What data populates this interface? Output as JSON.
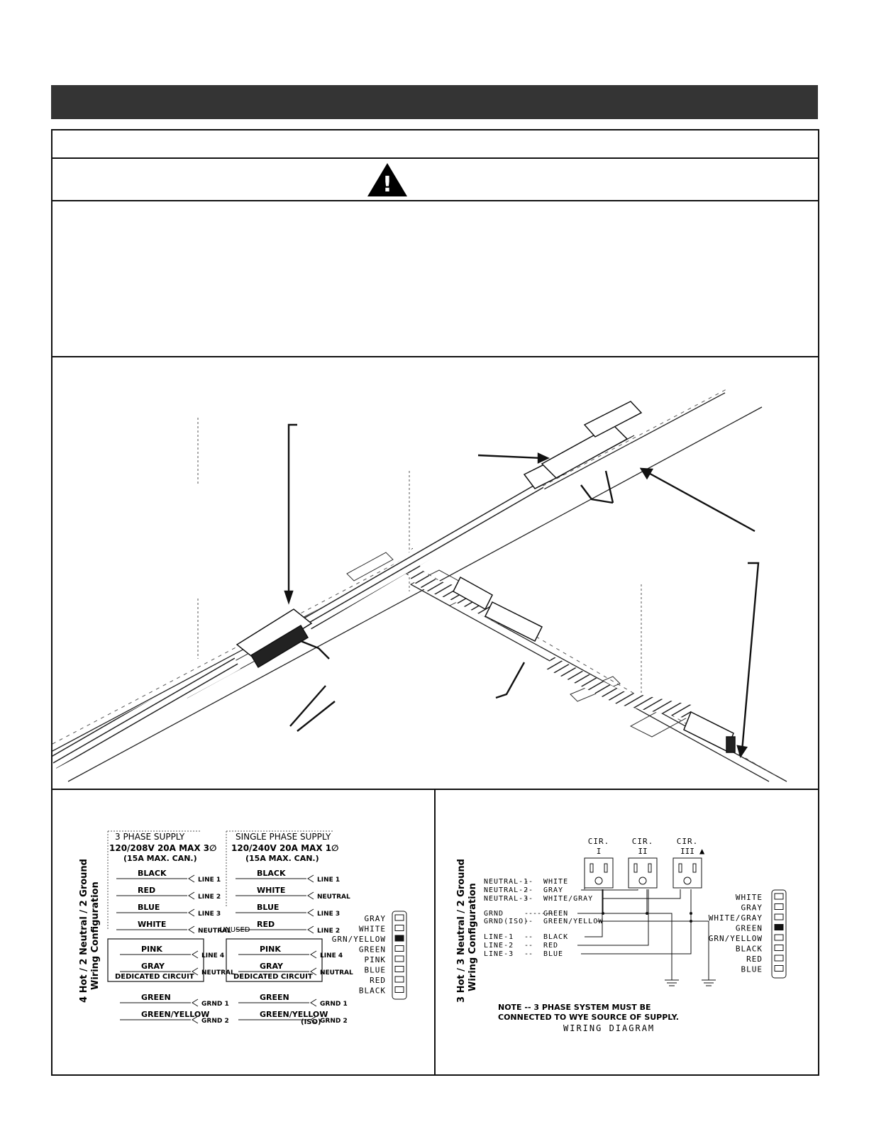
{
  "left_diagram": {
    "configuration_label": "4 Hot / 2 Neutral / 2 Ground\nWiring Configuration",
    "three_phase": {
      "title": "3 PHASE SUPPLY",
      "rating": "120/208V 20A MAX 3∅",
      "max_can": "(15A MAX. CAN.)",
      "wires": [
        {
          "color": "BLACK",
          "terminal": "LINE 1"
        },
        {
          "color": "RED",
          "terminal": "LINE 2"
        },
        {
          "color": "BLUE",
          "terminal": "LINE 3"
        },
        {
          "color": "WHITE",
          "terminal": "NEUTRAL"
        }
      ],
      "dedicated": [
        {
          "color": "PINK",
          "terminal": "LINE 4"
        },
        {
          "color": "GRAY",
          "terminal": "NEUTRAL"
        }
      ],
      "dedicated_label": "DEDICATED CIRCUIT",
      "grounds": [
        {
          "color": "GREEN",
          "terminal": "GRND 1"
        },
        {
          "color": "GREEN/YELLOW",
          "terminal": "GRND 2"
        }
      ]
    },
    "single_phase": {
      "title": "SINGLE PHASE SUPPLY",
      "rating": "120/240V 20A MAX 1∅",
      "max_can": "(15A MAX. CAN.)",
      "wires": [
        {
          "color": "BLACK",
          "terminal": "LINE 1"
        },
        {
          "color": "WHITE",
          "terminal": "NEUTRAL"
        },
        {
          "color": "BLUE",
          "terminal": "LINE 3"
        },
        {
          "color": "RED",
          "terminal": "LINE 2"
        }
      ],
      "unused_label": "UNUSED",
      "dedicated": [
        {
          "color": "PINK",
          "terminal": "LINE 4"
        },
        {
          "color": "GRAY",
          "terminal": "NEUTRAL"
        }
      ],
      "dedicated_label": "DEDICATED CIRCUIT",
      "grounds": [
        {
          "color": "GREEN",
          "terminal": "GRND 1"
        },
        {
          "color": "GREEN/YELLOW",
          "terminal": "GRND 2"
        }
      ],
      "iso_label": "(ISO)"
    },
    "connector_legend": [
      "GRAY",
      "WHITE",
      "GRN/YELLOW",
      "GREEN",
      "PINK",
      "BLUE",
      "RED",
      "BLACK"
    ]
  },
  "right_diagram": {
    "configuration_label": "3 Hot / 3 Neutral / 2 Ground\nWiring Configuration",
    "circuits": [
      {
        "top": "CIR.",
        "bottom": "I"
      },
      {
        "top": "CIR.",
        "bottom": "II"
      },
      {
        "top": "CIR.",
        "bottom": "III"
      }
    ],
    "warning_glyph": "▲",
    "wire_rows": [
      {
        "name": "NEUTRAL-1",
        "sep": "--",
        "color": "WHITE"
      },
      {
        "name": "NEUTRAL-2",
        "sep": "--",
        "color": "GRAY"
      },
      {
        "name": "NEUTRAL-3",
        "sep": "--",
        "color": "WHITE/GRAY"
      },
      {
        "name": "GRND",
        "sep": "-------",
        "color": "GREEN"
      },
      {
        "name": "GRND(ISO)",
        "sep": "--",
        "color": "GREEN/YELLOW"
      },
      {
        "name": "LINE-1",
        "sep": "--",
        "color": "BLACK"
      },
      {
        "name": "LINE-2",
        "sep": "--",
        "color": "RED"
      },
      {
        "name": "LINE-3",
        "sep": "--",
        "color": "BLUE"
      }
    ],
    "note_line1": "NOTE -- 3 PHASE SYSTEM MUST BE",
    "note_line2": "CONNECTED TO WYE SOURCE OF SUPPLY.",
    "caption": "WIRING DIAGRAM",
    "connector_legend": [
      "WHITE",
      "GRAY",
      "WHITE/GRAY",
      "GREEN",
      "GRN/YELLOW",
      "BLACK",
      "RED",
      "BLUE"
    ]
  },
  "warning_icon_symbol": "!",
  "colors": {
    "banner": "#343434",
    "line": "#111111"
  }
}
